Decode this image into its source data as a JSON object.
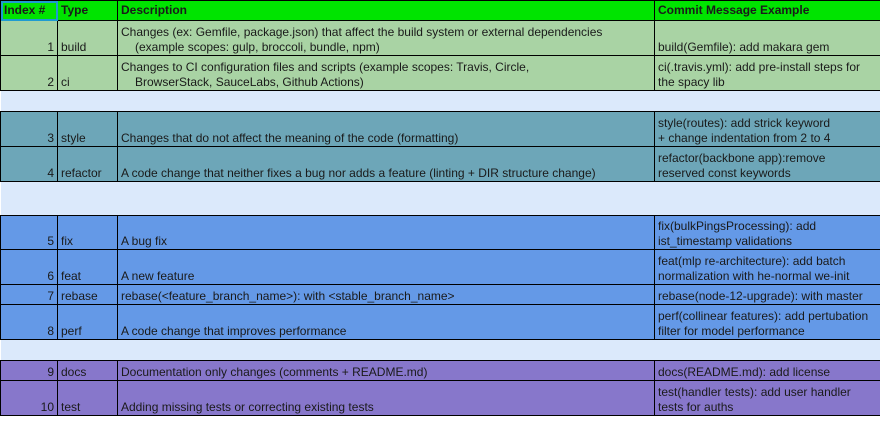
{
  "colors": {
    "header": "#00e400",
    "green": "#a9d3a4",
    "teal": "#6da6b8",
    "blue": "#6499e7",
    "purple": "#8777cb",
    "spacer": "#dbe9fb"
  },
  "headers": {
    "index": "Index #",
    "type": "Type",
    "description": "Description",
    "commit": "Commit Message Example"
  },
  "rows": [
    {
      "index": "1",
      "type": "build",
      "desc1": "Changes (ex: Gemfile, package.json) that affect the build system or external dependencies",
      "desc2": "(example scopes: gulp, broccoli, bundle, npm)",
      "commit1": "",
      "commit2": "build(Gemfile): add makara gem"
    },
    {
      "index": "2",
      "type": "ci",
      "desc1": "Changes to CI configuration files and scripts (example scopes: Travis, Circle,",
      "desc2": "BrowserStack, SauceLabs, Github Actions)",
      "commit1": "ci(.travis.yml): add pre-install steps for",
      "commit2": "the spacy lib"
    },
    {
      "index": "3",
      "type": "style",
      "desc1": "",
      "desc2": "Changes that do not affect the meaning of the code (formatting)",
      "commit1": "style(routes): add strick keyword",
      "commit2": "+ change indentation from 2 to 4"
    },
    {
      "index": "4",
      "type": "refactor",
      "desc1": "",
      "desc2": "A code change that neither fixes a bug nor adds a feature (linting + DIR structure change)",
      "commit1": "refactor(backbone app):remove",
      "commit2": "reserved const keywords"
    },
    {
      "index": "5",
      "type": "fix",
      "desc1": "",
      "desc2": "A bug fix",
      "commit1": "fix(bulkPingsProcessing): add",
      "commit2": "ist_timestamp validations"
    },
    {
      "index": "6",
      "type": "feat",
      "desc1": "",
      "desc2": "A new feature",
      "commit1": "feat(mlp re-architecture): add batch",
      "commit2": "normalization with he-normal we-init"
    },
    {
      "index": "7",
      "type": "rebase",
      "desc1": "",
      "desc2": "rebase(<feature_branch_name>): with <stable_branch_name>",
      "commit1": "",
      "commit2": "rebase(node-12-upgrade): with master"
    },
    {
      "index": "8",
      "type": "perf",
      "desc1": "",
      "desc2": "A code change that improves performance",
      "commit1": "perf(collinear features): add pertubation",
      "commit2": "filter for model performance"
    },
    {
      "index": "9",
      "type": "docs",
      "desc1": "",
      "desc2": "Documentation only changes (comments + README.md)",
      "commit1": "",
      "commit2": "docs(README.md): add license"
    },
    {
      "index": "10",
      "type": "test",
      "desc1": "",
      "desc2": " Adding missing tests or correcting existing tests",
      "commit1": "test(handler tests): add user handler",
      "commit2": "tests for auths"
    }
  ]
}
